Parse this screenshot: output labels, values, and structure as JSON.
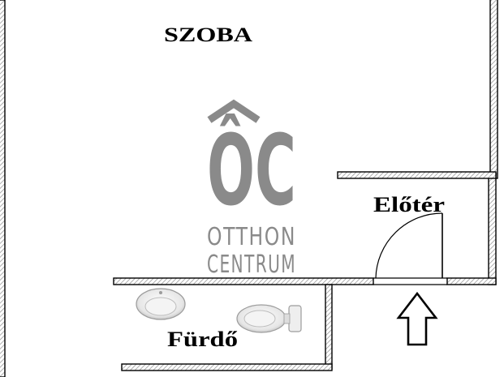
{
  "rooms": {
    "szoba": "SZOBA",
    "eloter": "Előtér",
    "furdo": "Fürdő"
  },
  "watermark": {
    "logo_letters": "ÔC",
    "line1": "OTTHON",
    "line2": "CENTRUM",
    "color": "#8a8a8a"
  },
  "colors": {
    "wall_hatch": "#9a9a9a",
    "wall_stroke": "#000000",
    "fixture_gray": "#c8c8c8"
  },
  "icons": {
    "entrance": "entrance-arrow-icon",
    "sink": "sink-icon",
    "toilet": "toilet-icon",
    "door": "door-swing-icon"
  }
}
